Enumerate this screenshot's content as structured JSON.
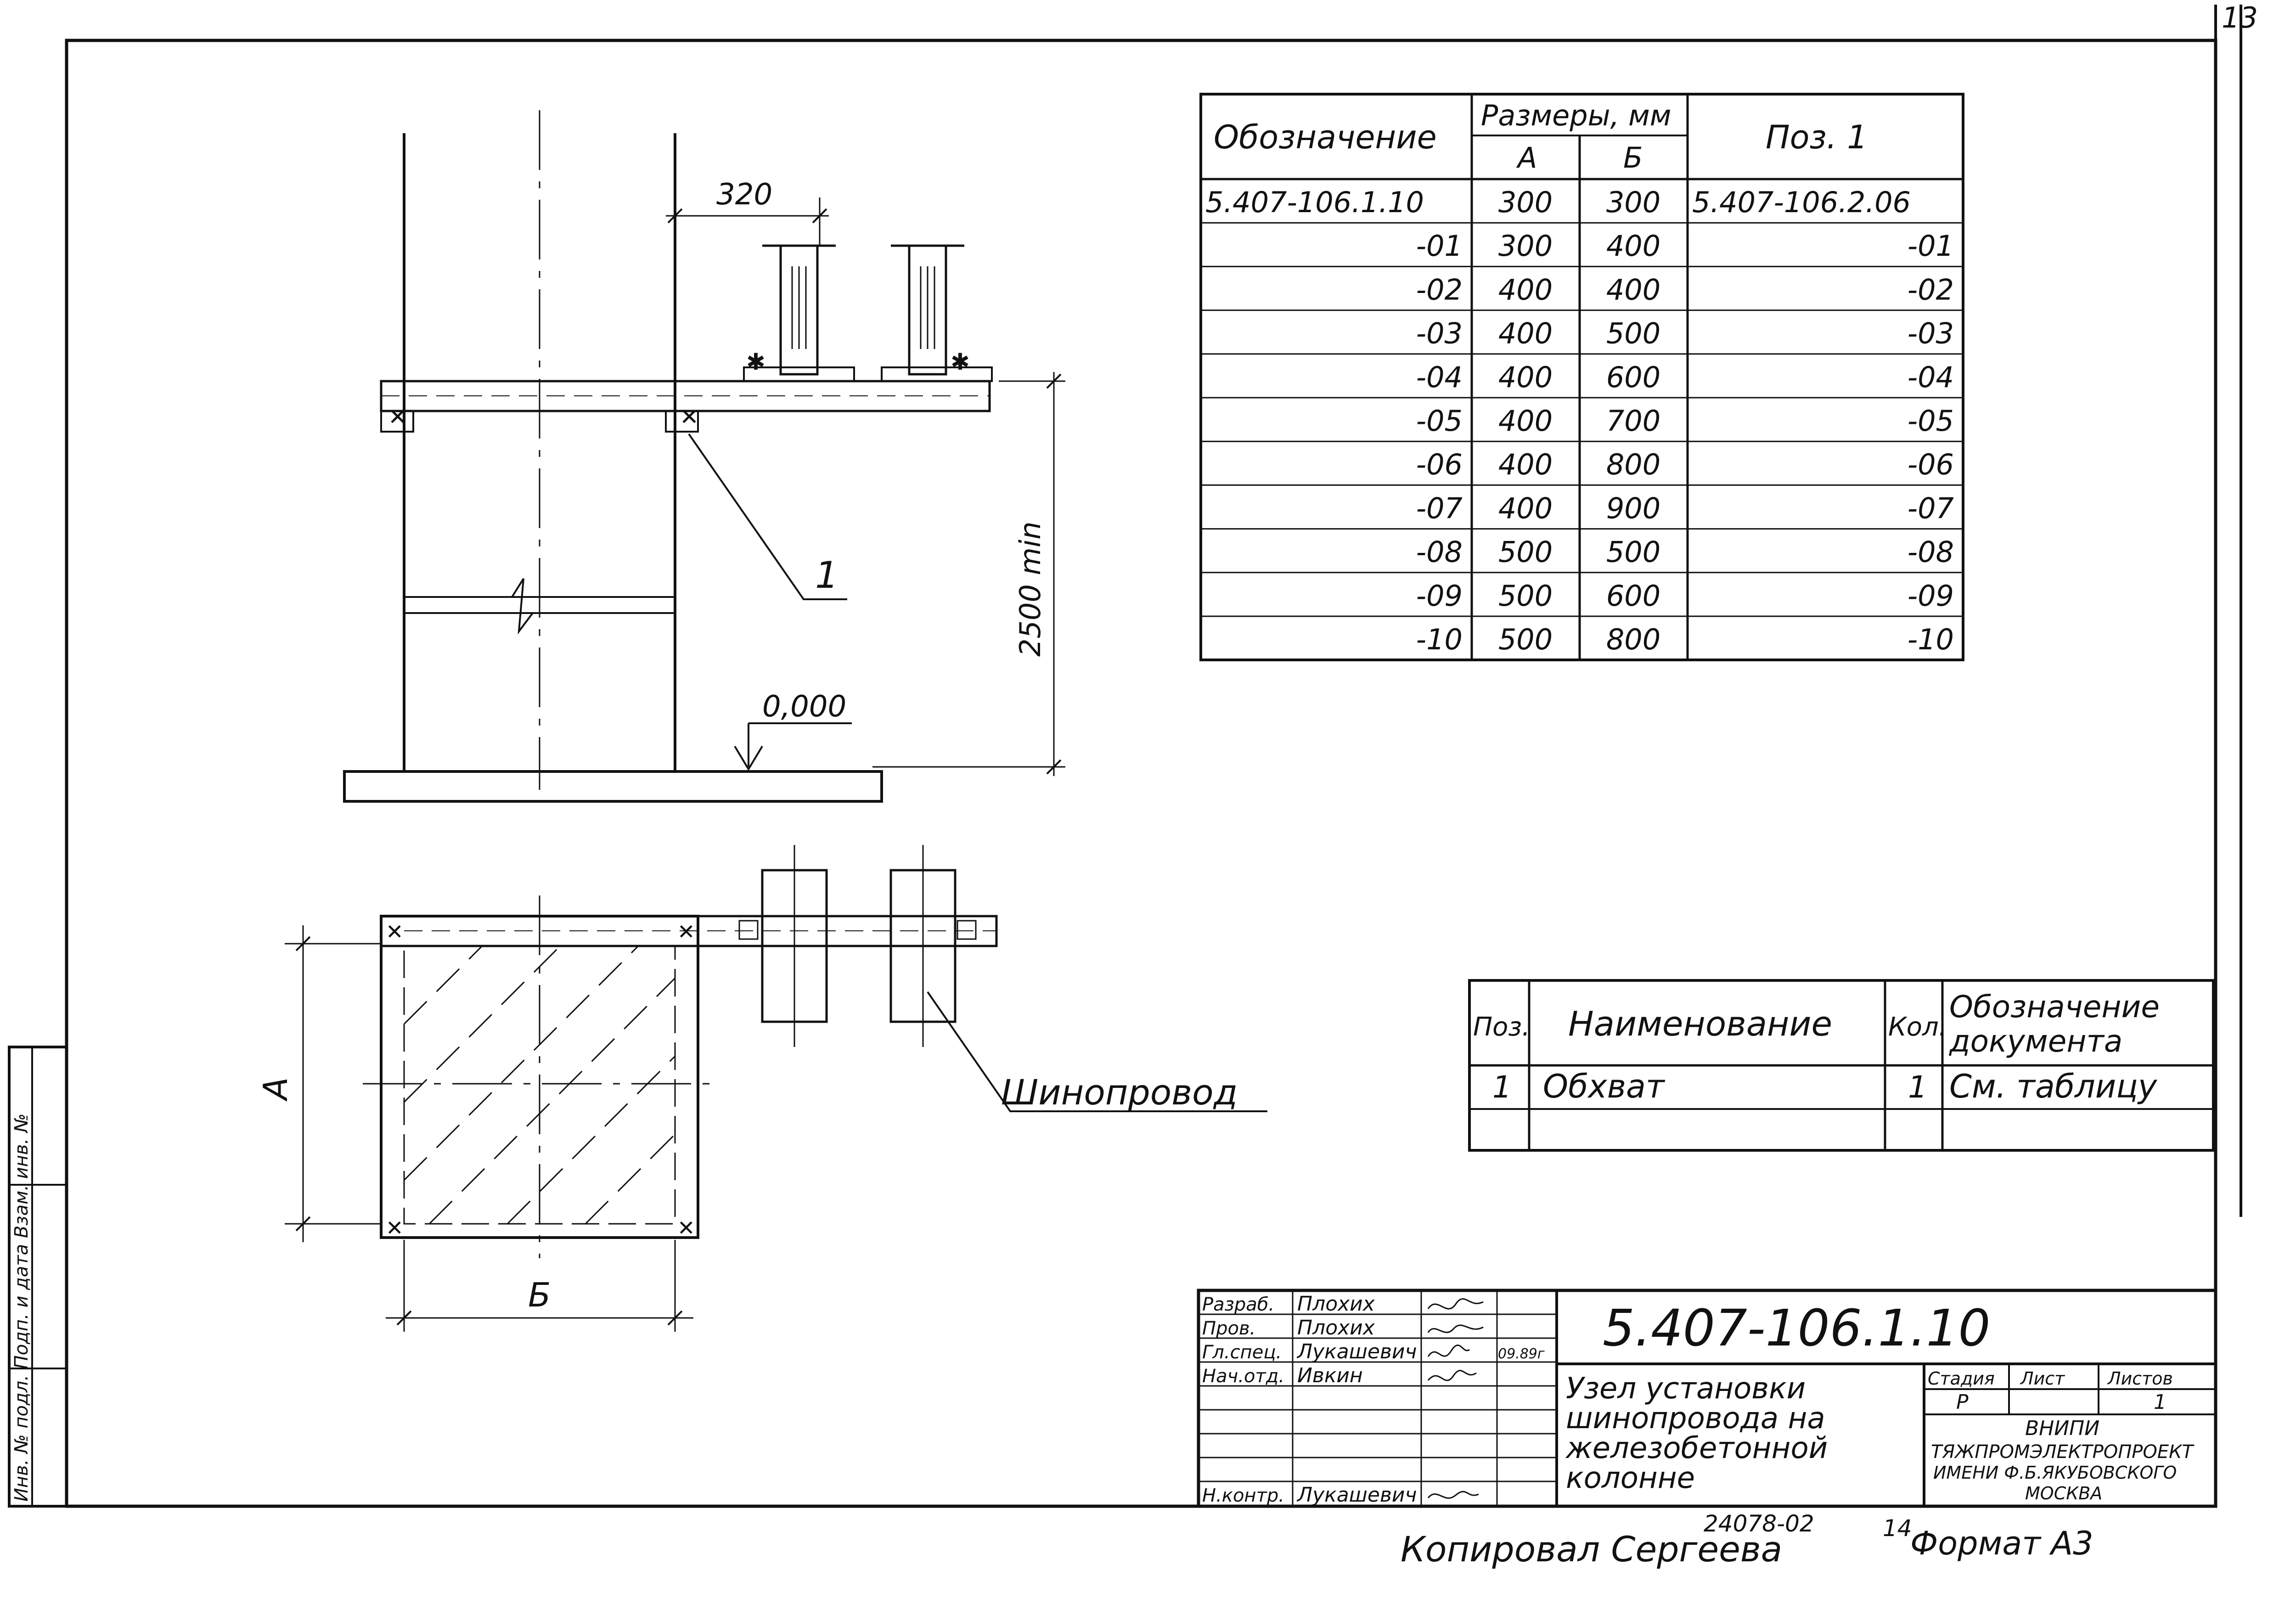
{
  "sheet": {
    "page_number": "13",
    "format_label": "Формат А3",
    "copied_by": "Копировал Сергеева",
    "archive_number": "24078-02",
    "archive_sheet": "14"
  },
  "elevation": {
    "dim_arm": "320",
    "dim_height": "2500 min",
    "level_mark": "0,000",
    "callout": "1"
  },
  "plan": {
    "dim_a": "А",
    "dim_b": "Б",
    "busduct_label": "Шинопровод"
  },
  "size_table": {
    "headers": {
      "designation": "Обозначение",
      "sizes": "Размеры, мм",
      "a": "А",
      "b": "Б",
      "pos": "Поз. 1"
    },
    "rows": [
      {
        "des": "5.407-106.1.10",
        "a": "300",
        "b": "300",
        "pos": "5.407-106.2.06"
      },
      {
        "des": "-01",
        "a": "300",
        "b": "400",
        "pos": "-01"
      },
      {
        "des": "-02",
        "a": "400",
        "b": "400",
        "pos": "-02"
      },
      {
        "des": "-03",
        "a": "400",
        "b": "500",
        "pos": "-03"
      },
      {
        "des": "-04",
        "a": "400",
        "b": "600",
        "pos": "-04"
      },
      {
        "des": "-05",
        "a": "400",
        "b": "700",
        "pos": "-05"
      },
      {
        "des": "-06",
        "a": "400",
        "b": "800",
        "pos": "-06"
      },
      {
        "des": "-07",
        "a": "400",
        "b": "900",
        "pos": "-07"
      },
      {
        "des": "-08",
        "a": "500",
        "b": "500",
        "pos": "-08"
      },
      {
        "des": "-09",
        "a": "500",
        "b": "600",
        "pos": "-09"
      },
      {
        "des": "-10",
        "a": "500",
        "b": "800",
        "pos": "-10"
      }
    ]
  },
  "spec_table": {
    "headers": {
      "pos": "Поз.",
      "name": "Наименование",
      "qty": "Кол.",
      "doc1": "Обозначение",
      "doc2": "документа"
    },
    "rows": [
      {
        "pos": "1",
        "name": "Обхват",
        "qty": "1",
        "doc": "См. таблицу"
      }
    ]
  },
  "title_block": {
    "doc_number": "5.407-106.1.10",
    "title_lines": [
      "Узел установки",
      "шинопровода на",
      "железобетонной",
      "колонне"
    ],
    "roles": [
      {
        "role": "Разраб.",
        "name": "Плохих"
      },
      {
        "role": "Пров.",
        "name": "Плохих"
      },
      {
        "role": "Гл.спец.",
        "name": "Лукашевич",
        "date": "09.89г"
      },
      {
        "role": "Нач.отд.",
        "name": "Ивкин"
      },
      {
        "role": "Н.контр.",
        "name": "Лукашевич"
      }
    ],
    "stage_header": "Стадия",
    "sheet_header": "Лист",
    "sheets_header": "Листов",
    "stage": "Р",
    "sheets": "1",
    "org_lines": [
      "ВНИПИ",
      "ТЯЖПРОМЭЛЕКТРОПРОЕКТ",
      "ИМЕНИ Ф.Б.ЯКУБОВСКОГО",
      "МОСКВА"
    ]
  },
  "side_stamp": {
    "text": "Инв. № подл. Подп. и дата Взам. инв. №"
  }
}
